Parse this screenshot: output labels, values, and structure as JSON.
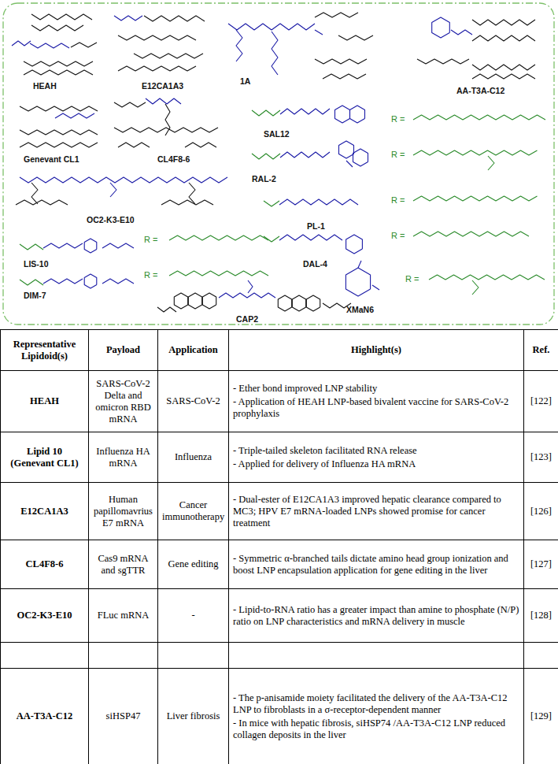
{
  "diagram": {
    "labels": [
      "HEAH",
      "E12CA1A3",
      "1A",
      "AA-T3A-C12",
      "Genevant CL1",
      "CL4F8-6",
      "SAL12",
      "R =",
      "RAL-2",
      "R =",
      "OC2-K3-E10",
      "PL-1",
      "R =",
      "DAL-4",
      "R =",
      "LIS-10",
      "R =",
      "XMaN6",
      "R =",
      "DIM-7",
      "R =",
      "CAP2",
      "Representative Lipidoid(s)",
      "Payload",
      "Application",
      "Highlight(s)",
      "Ref.",
      "HEAH",
      "SARS-CoV-2 Delta and omicron RBD mRNA",
      "SARS-CoV-2",
      "- Ether bond improved LNP stability",
      "- Application of HEAH LNP-based bivalent vaccine for SARS-CoV-2 prophylaxis",
      "[122]",
      "Lipid 10 (Genevant CL1)",
      "Influenza HA mRNA",
      "Influenza",
      "- Triple-tailed skeleton facilitated RNA release",
      "- Applied for delivery of Influenza HA mRNA",
      "[123]",
      "E12CA1A3",
      "Human papillomavrius E7 mRNA",
      "Cancer immunotherapy",
      "- Dual-ester of E12CA1A3 improved hepatic clearance compared to MC3; HPV E7 mRNA-loaded LNPs showed promise for cancer treatment",
      "[126]",
      "CL4F8-6",
      "Cas9 mRNA and sgTTR",
      "Gene editing",
      "- Symmetric α-branched tails dictate amino head group ionization and boost LNP encapsulation application for gene editing in the liver",
      "[127]",
      "OC2-K3-E10",
      "FLuc mRNA",
      "-",
      "- Lipid-to-RNA ratio has a greater impact than amine to phosphate (N/P) ratio on LNP characteristics and mRNA delivery in muscle",
      "[128]",
      "AA-T3A-C12",
      "siHSP47",
      "Liver fibrosis",
      "- The p-anisamide moiety facilitated the delivery of the AA-T3A-C12 LNP to fibroblasts in a σ-receptor-dependent manner",
      "- In mice with hepatic fibrosis, siHSP74 /AA-T3A-C12 LNP reduced collagen deposits in the liver",
      "[129]"
    ]
  }
}
